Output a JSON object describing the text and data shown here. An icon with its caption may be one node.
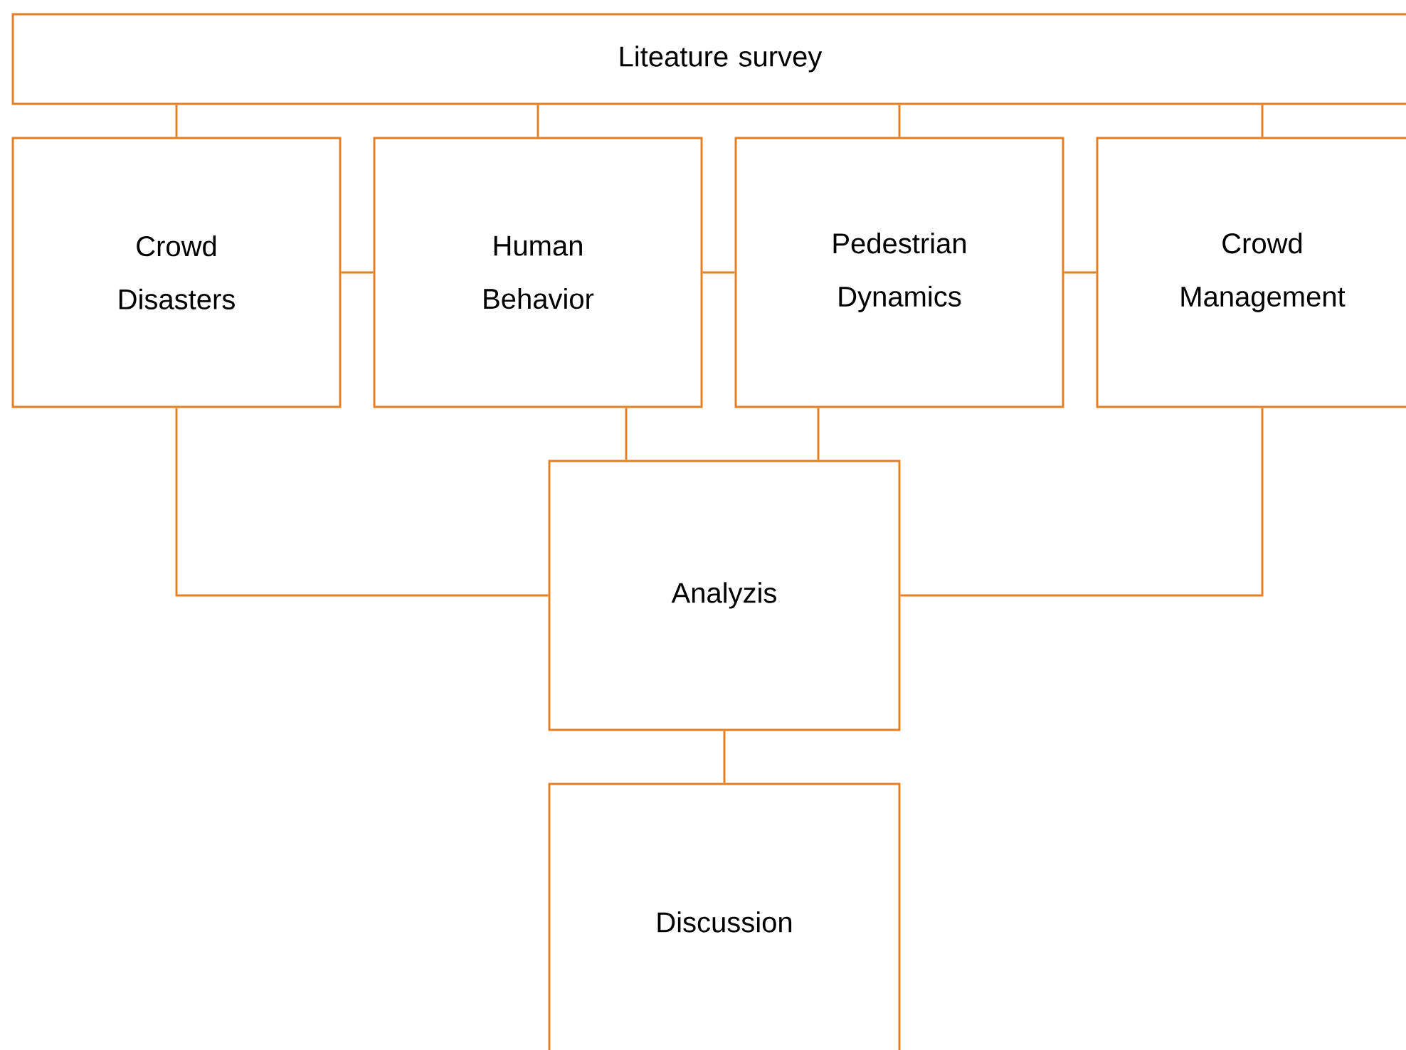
{
  "diagram": {
    "nodes": [
      {
        "text": [
          "Liteature survey"
        ]
      },
      {
        "text": [
          "Crowd Disasters"
        ]
      },
      {
        "text": [
          "Human Behavior"
        ]
      },
      {
        "text": [
          "Pedestrian Dynamics"
        ]
      },
      {
        "text": [
          "Crowd Management"
        ]
      },
      {
        "text": [
          "Analyzis"
        ]
      },
      {
        "text": [
          "Discussion"
        ]
      }
    ],
    "edges": [
      {
        "from": 0,
        "to": 1,
        "arrow": "none"
      },
      {
        "from": 0,
        "to": 2,
        "arrow": "none"
      },
      {
        "from": 0,
        "to": 3,
        "arrow": "none"
      },
      {
        "from": 0,
        "to": 4,
        "arrow": "none"
      },
      {
        "from": 1,
        "to": 2,
        "arrow": "none"
      },
      {
        "from": 2,
        "to": 3,
        "arrow": "none"
      },
      {
        "from": 3,
        "to": 4,
        "arrow": "none"
      },
      {
        "from": 1,
        "to": 5,
        "arrow": "none"
      },
      {
        "from": 2,
        "to": 5,
        "arrow": "none"
      },
      {
        "from": 3,
        "to": 5,
        "arrow": "none"
      },
      {
        "from": 4,
        "to": 5,
        "arrow": "none"
      },
      {
        "from": 5,
        "to": 6,
        "arrow": "none"
      }
    ]
  }
}
